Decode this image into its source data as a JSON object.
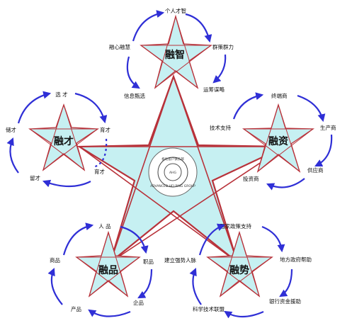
{
  "big_star": {
    "fill": "#c6f0f2",
    "stroke": "#b8323a"
  },
  "logo": {
    "emblem": "AHG",
    "ring_top": "极地客户俱乐部",
    "ring_bottom": "ADVANCED HELPING GROUP"
  },
  "stars": [
    {
      "id": "zhi",
      "center_label": "融智",
      "nodes": [
        "个人才智",
        "群策群力",
        "运筹谋略",
        "信息甄选",
        "融心融慧"
      ]
    },
    {
      "id": "zi",
      "center_label": "融资",
      "nodes": [
        "终端商",
        "生产商",
        "供应商",
        "投资商",
        "技术支持"
      ]
    },
    {
      "id": "cai",
      "center_label": "融才",
      "nodes": [
        "选 才",
        "育才",
        "育才",
        "留才",
        "储才"
      ]
    },
    {
      "id": "pin",
      "center_label": "融品",
      "nodes": [
        "人 品",
        "职品",
        "企品",
        "产品",
        "商品"
      ]
    },
    {
      "id": "shi",
      "center_label": "融势",
      "nodes": [
        "国家政策支持",
        "地方政府帮助",
        "银行资金援助",
        "科学技术联盟",
        "建立强势人脉"
      ]
    }
  ],
  "colors": {
    "arrow": "#2f2fd6",
    "text": "#111111"
  }
}
